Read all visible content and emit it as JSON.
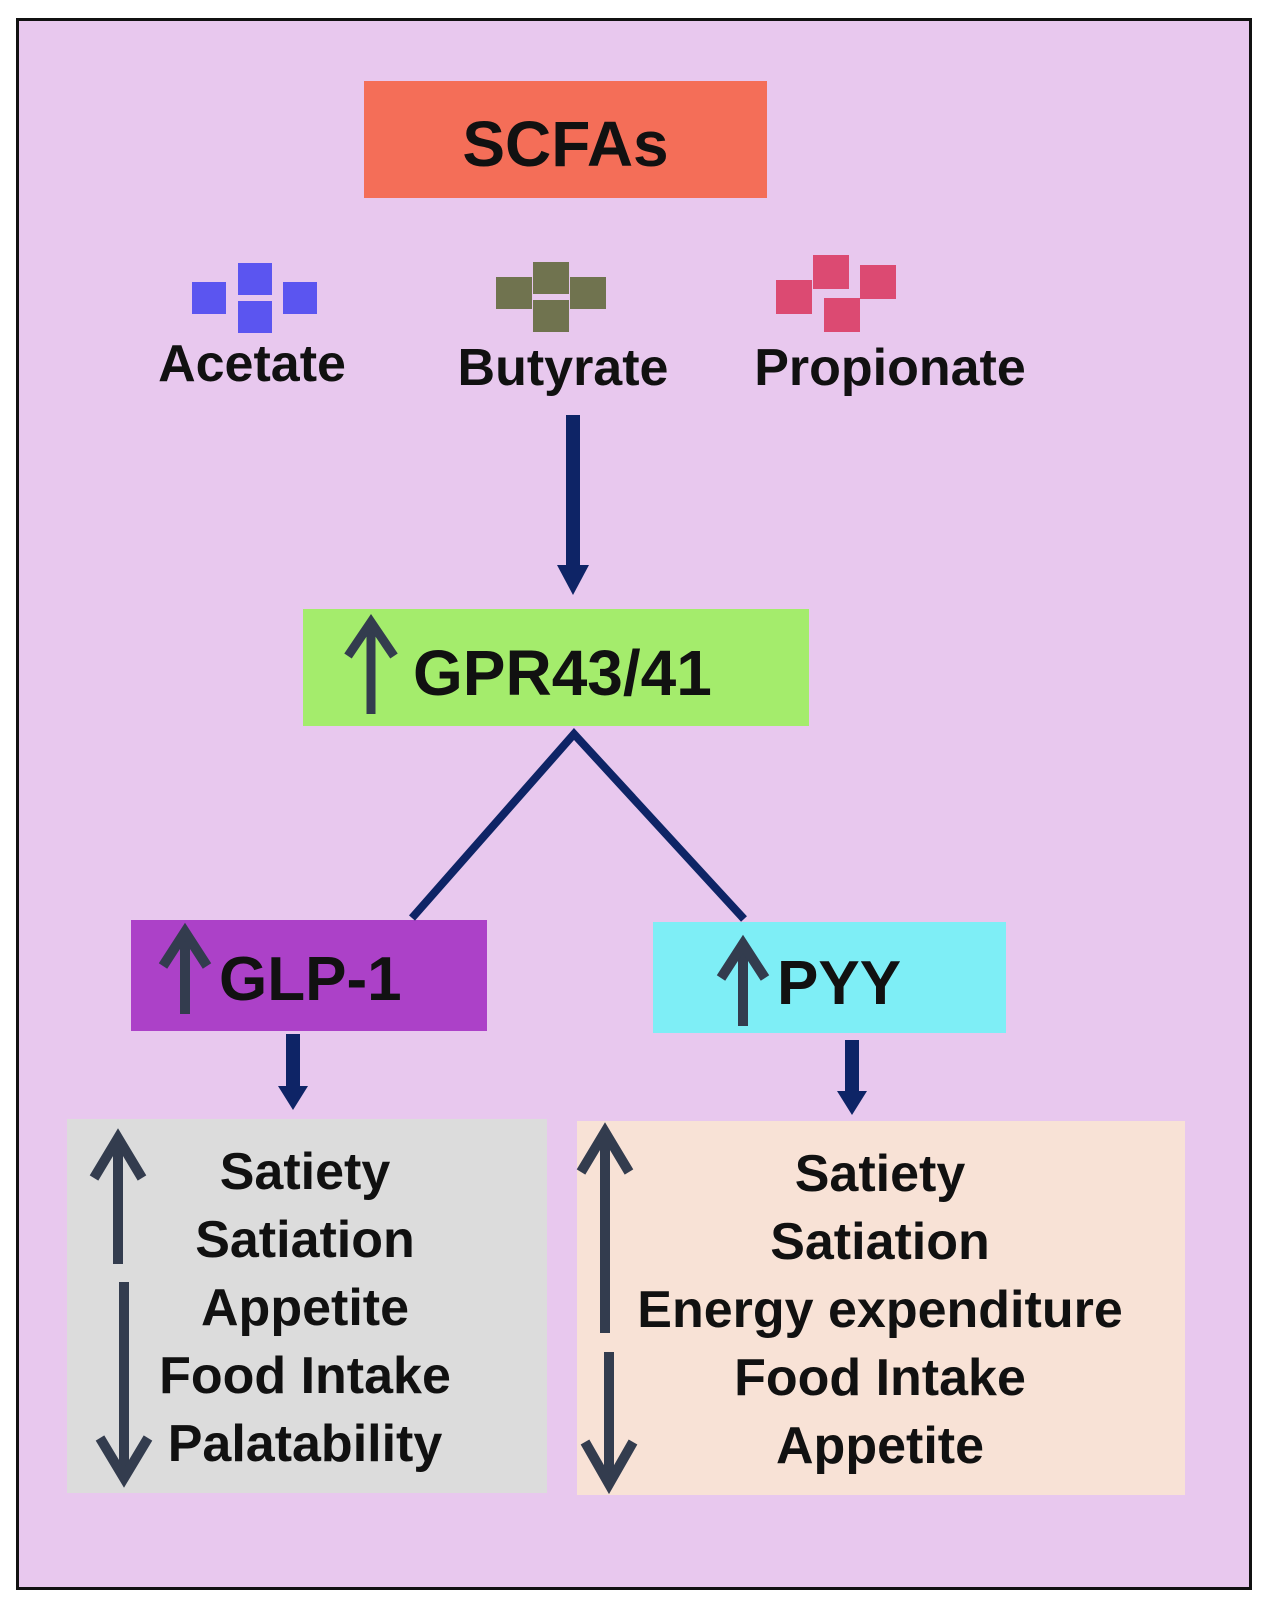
{
  "title": "SCFAs",
  "molecules": [
    {
      "label": "Acetate",
      "color": "#5b55f0"
    },
    {
      "label": "Butyrate",
      "color": "#70734f"
    },
    {
      "label": "Propionate",
      "color": "#dc4a72"
    }
  ],
  "receptor": {
    "label": "GPR43/41",
    "color": "#a4ec6c"
  },
  "hormones": [
    {
      "label": "GLP-1",
      "color": "#ac41c8"
    },
    {
      "label": "PYY",
      "color": "#7eeef6"
    }
  ],
  "effects": [
    {
      "increased": [
        "Satiety",
        "Satiation"
      ],
      "decreased": [
        "Appetite",
        "Food Intake",
        "Palatability"
      ],
      "color": "#dcdcdc"
    },
    {
      "increased": [
        "Satiety",
        "Satiation",
        "Energy expenditure"
      ],
      "decreased": [
        "Food Intake",
        "Appetite"
      ],
      "color": "#f8e2d6"
    }
  ],
  "colors": {
    "background": "#e8c8ee",
    "title_box": "#f46e58",
    "flow_arrow": "#0e2466",
    "updown_arrow": "#333c4e"
  }
}
